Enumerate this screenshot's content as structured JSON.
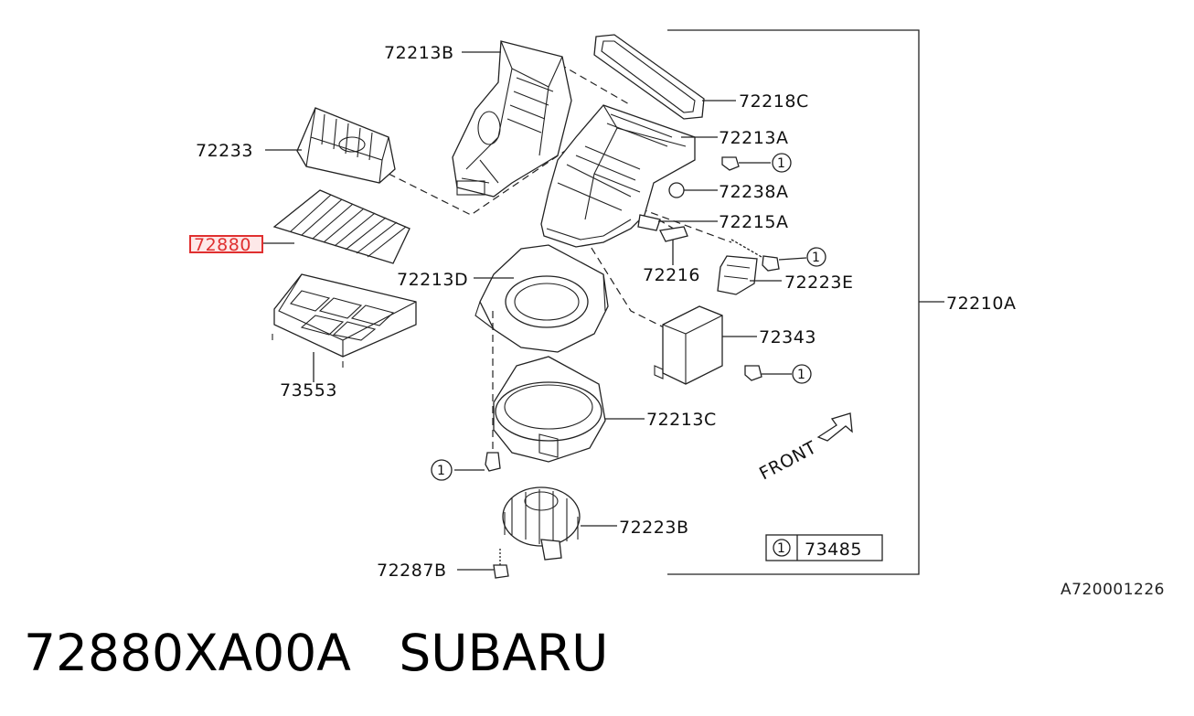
{
  "labels": {
    "p72213B": "72213B",
    "p72218C": "72218C",
    "p72213A": "72213A",
    "p72233": "72233",
    "p72238A": "72238A",
    "p72215A": "72215A",
    "p72880": "72880",
    "p72216": "72216",
    "p72223E": "72223E",
    "p72213D": "72213D",
    "p72210A": "72210A",
    "p72343": "72343",
    "p73553": "73553",
    "p72213C": "72213C",
    "p72223B": "72223B",
    "p72287B": "72287B",
    "p73485": "73485",
    "front": "FRONT"
  },
  "callout_number": "1",
  "highlight_color": "#e03030",
  "reference_code": "A720001226",
  "caption": {
    "part_number": "72880XA00A",
    "brand": "SUBARU"
  }
}
